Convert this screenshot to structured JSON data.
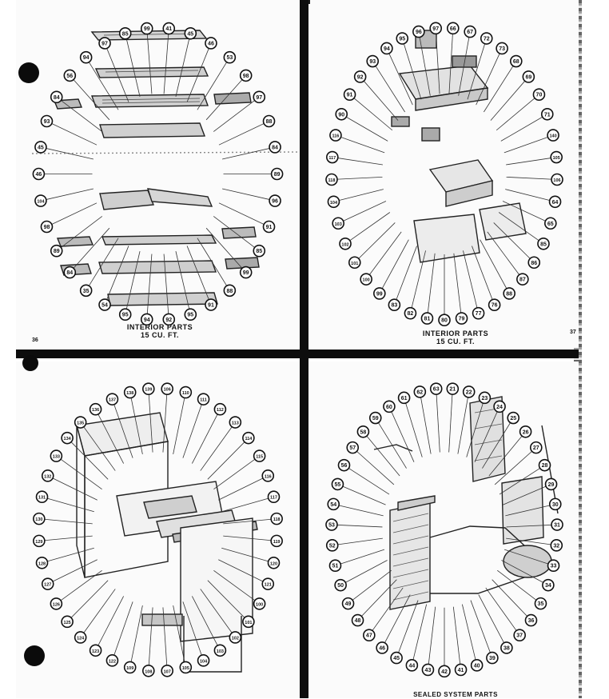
{
  "captions": {
    "top_left": {
      "line1": "INTERIOR PARTS",
      "line2": "15 CU. FT."
    },
    "top_right": {
      "line1": "INTERIOR PARTS",
      "line2": "15 CU. FT."
    },
    "bottom_right": {
      "line1": "SEALED SYSTEM PARTS"
    }
  },
  "page_numbers": {
    "left": "36",
    "right": "37"
  },
  "callouts": {
    "q1": [
      "41",
      "45",
      "46",
      "53",
      "98",
      "97",
      "88",
      "84",
      "89",
      "96",
      "91",
      "85",
      "99",
      "88",
      "91",
      "95",
      "92",
      "94",
      "95",
      "54",
      "35",
      "84",
      "89",
      "98",
      "104",
      "46",
      "45",
      "93",
      "84",
      "56",
      "94",
      "97",
      "85",
      "99"
    ],
    "q2": [
      "66",
      "67",
      "72",
      "73",
      "68",
      "69",
      "70",
      "71",
      "140",
      "105",
      "106",
      "64",
      "65",
      "85",
      "86",
      "87",
      "88",
      "76",
      "77",
      "79",
      "80",
      "81",
      "82",
      "83",
      "99",
      "100",
      "101",
      "102",
      "103",
      "104",
      "118",
      "117",
      "116",
      "90",
      "91",
      "92",
      "93",
      "94",
      "95",
      "96",
      "97"
    ],
    "q3": [
      "106",
      "110",
      "111",
      "112",
      "113",
      "114",
      "115",
      "116",
      "117",
      "118",
      "119",
      "120",
      "121",
      "100",
      "101",
      "102",
      "103",
      "104",
      "105",
      "107",
      "108",
      "109",
      "122",
      "123",
      "124",
      "125",
      "126",
      "127",
      "128",
      "129",
      "130",
      "131",
      "132",
      "133",
      "134",
      "135",
      "136",
      "137",
      "138",
      "139"
    ],
    "q4": [
      "21",
      "22",
      "23",
      "24",
      "25",
      "26",
      "27",
      "28",
      "29",
      "30",
      "31",
      "32",
      "33",
      "34",
      "35",
      "36",
      "37",
      "38",
      "39",
      "40",
      "41",
      "42",
      "43",
      "44",
      "45",
      "46",
      "47",
      "48",
      "49",
      "50",
      "51",
      "52",
      "53",
      "54",
      "55",
      "56",
      "57",
      "58",
      "59",
      "60",
      "61",
      "62",
      "63"
    ]
  }
}
